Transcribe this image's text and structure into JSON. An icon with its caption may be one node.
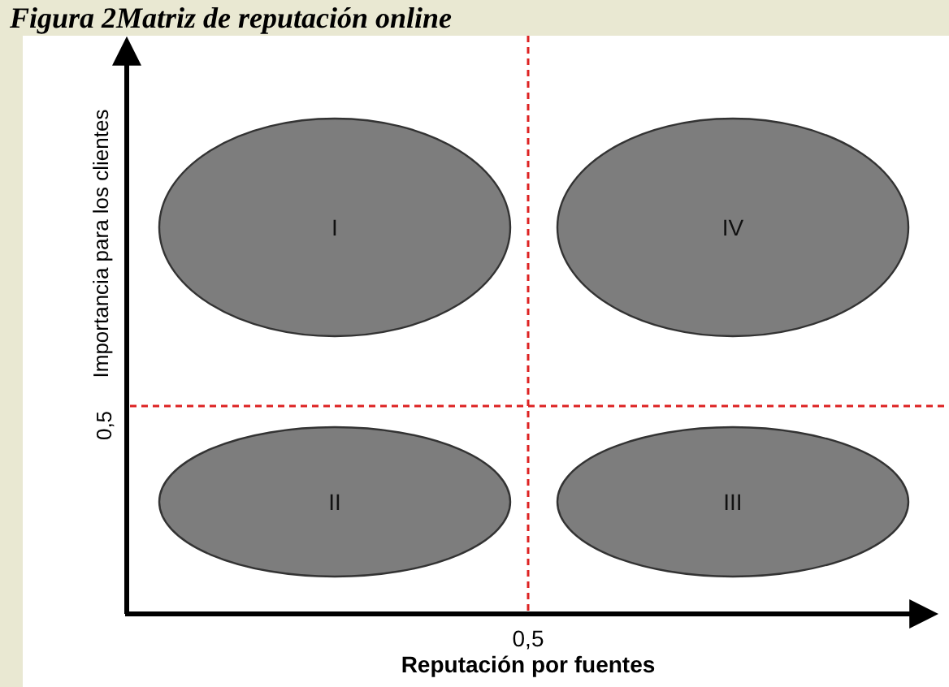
{
  "diagram": {
    "title": "Figura 2Matriz de reputación online",
    "nodes": [
      {
        "text": [
          "I"
        ]
      },
      {
        "text": [
          "IV"
        ]
      },
      {
        "text": [
          "II"
        ]
      },
      {
        "text": [
          "III"
        ]
      }
    ],
    "edges": [],
    "labels": [
      "Importancia para los clientes",
      "0,5",
      "0,5",
      "Reputación por fuentes"
    ]
  }
}
